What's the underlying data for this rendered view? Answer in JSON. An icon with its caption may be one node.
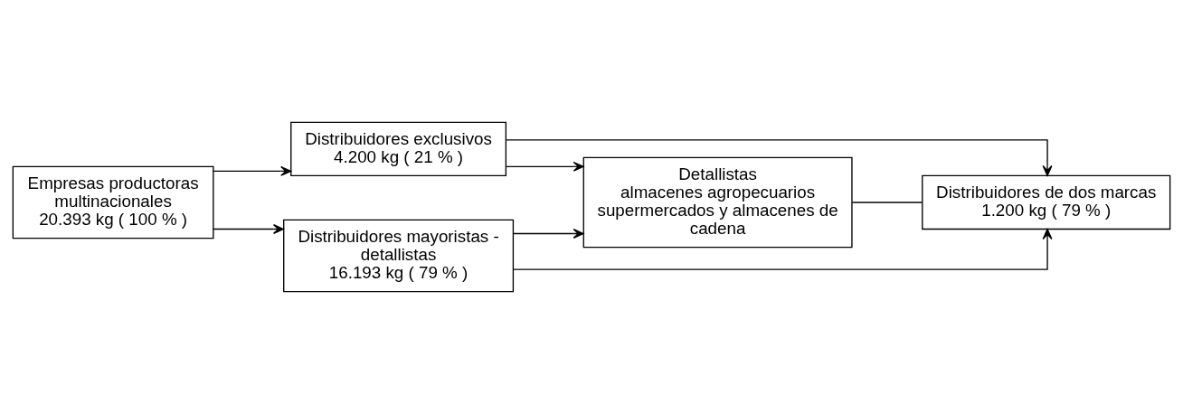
{
  "diagram": {
    "nodes": [
      {
        "text": [
          "Empresas productoras multinacionales",
          "20.393 kg ( 100 % )"
        ]
      },
      {
        "text": [
          "Distribuidores exclusivos",
          "4.200 kg ( 21 % )"
        ]
      },
      {
        "text": [
          "Distribuidores mayoristas - detallistas",
          "16.193 kg ( 79 % )"
        ]
      },
      {
        "text": [
          "Detallistas",
          "almacenes agropecuarios supermercados y almacenes de cadena"
        ]
      },
      {
        "text": [
          "Distribuidores de dos marcas",
          "1.200 kg ( 79 % )"
        ]
      }
    ],
    "edges": [
      {
        "from": 0,
        "to": 1,
        "arrow": "to"
      },
      {
        "from": 0,
        "to": 2,
        "arrow": "to"
      },
      {
        "from": 1,
        "to": 4,
        "arrow": "to"
      },
      {
        "from": 1,
        "to": 3,
        "arrow": "to"
      },
      {
        "from": 2,
        "to": 3,
        "arrow": "to"
      },
      {
        "from": 2,
        "to": 4,
        "arrow": "to"
      },
      {
        "from": 3,
        "to": 4,
        "arrow": "none"
      }
    ]
  }
}
